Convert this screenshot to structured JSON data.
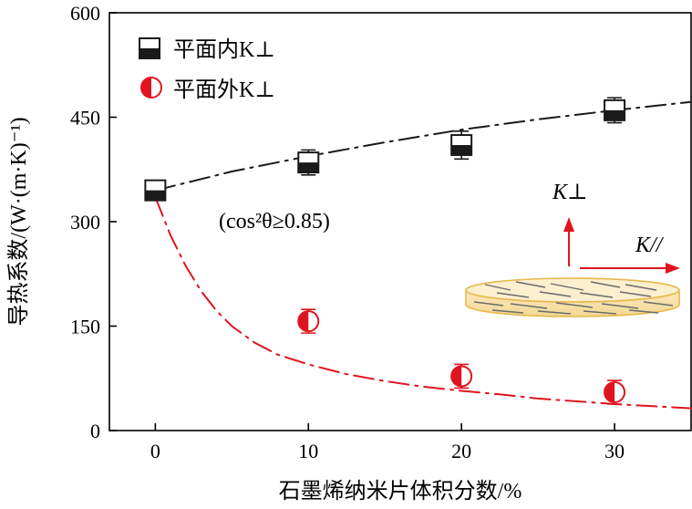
{
  "chart_data": {
    "type": "scatter",
    "xlabel": "石墨烯纳米片体积分数/%",
    "ylabel": "导热系数/(W·(m·K)⁻¹)",
    "xlim": [
      -3,
      35
    ],
    "ylim": [
      0,
      600
    ],
    "xticks": [
      0,
      10,
      20,
      30
    ],
    "yticks": [
      0,
      150,
      300,
      450,
      600
    ],
    "grid": false,
    "legend_position": "top-left",
    "annotation": "(cos²θ≥0.85)",
    "inset_labels": {
      "perpendicular": "K⊥",
      "parallel": "K//"
    },
    "series": [
      {
        "name": "平面内K⊥",
        "marker": "square-half-filled",
        "color": "#1a1a1a",
        "points": [
          {
            "x": 0,
            "y": 345,
            "err": 8
          },
          {
            "x": 10,
            "y": 385,
            "err": 18
          },
          {
            "x": 20,
            "y": 410,
            "err": 20
          },
          {
            "x": 30,
            "y": 460,
            "err": 18
          }
        ],
        "fit": [
          {
            "x": 0,
            "y": 345
          },
          {
            "x": 5,
            "y": 372
          },
          {
            "x": 10,
            "y": 394
          },
          {
            "x": 15,
            "y": 414
          },
          {
            "x": 20,
            "y": 432
          },
          {
            "x": 25,
            "y": 447
          },
          {
            "x": 30,
            "y": 460
          },
          {
            "x": 35,
            "y": 472
          }
        ]
      },
      {
        "name": "平面外K⊥",
        "marker": "circle-half-filled",
        "color": "#e0141e",
        "points": [
          {
            "x": 10,
            "y": 157,
            "err": 17
          },
          {
            "x": 20,
            "y": 78,
            "err": 17
          },
          {
            "x": 30,
            "y": 55,
            "err": 17
          }
        ],
        "fit": [
          {
            "x": 0,
            "y": 335
          },
          {
            "x": 1,
            "y": 280
          },
          {
            "x": 2,
            "y": 236
          },
          {
            "x": 3,
            "y": 200
          },
          {
            "x": 4,
            "y": 172
          },
          {
            "x": 5,
            "y": 150
          },
          {
            "x": 6.5,
            "y": 126
          },
          {
            "x": 8,
            "y": 109
          },
          {
            "x": 10,
            "y": 95
          },
          {
            "x": 12.5,
            "y": 81
          },
          {
            "x": 15,
            "y": 71
          },
          {
            "x": 17.5,
            "y": 63
          },
          {
            "x": 20,
            "y": 57
          },
          {
            "x": 22.5,
            "y": 52
          },
          {
            "x": 25,
            "y": 46
          },
          {
            "x": 27.5,
            "y": 42
          },
          {
            "x": 30,
            "y": 38
          },
          {
            "x": 32.5,
            "y": 35
          },
          {
            "x": 35,
            "y": 32
          }
        ]
      }
    ]
  }
}
